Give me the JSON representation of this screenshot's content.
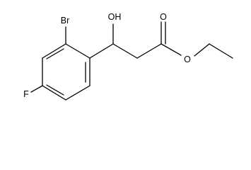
{
  "molecule": {
    "atoms": {
      "bromine": "Br",
      "hydroxyl": "OH",
      "carbonyl_oxygen": "O",
      "ester_oxygen": "O",
      "fluorine": "F"
    }
  }
}
